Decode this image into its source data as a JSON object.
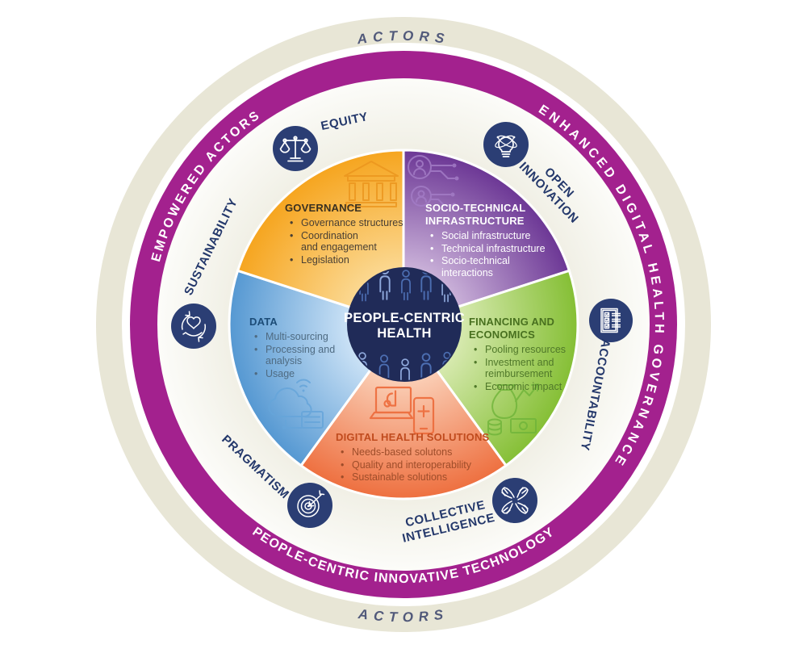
{
  "title": "People-centric health governance diagram",
  "outer_ring": {
    "top_label": "ACTORS",
    "bottom_label": "ACTORS"
  },
  "purple_ring": {
    "left_label": "EMPOWERED ACTORS",
    "right_label": "ENHANCED DIGITAL HEALTH GOVERNANCE",
    "bottom_label": "PEOPLE-CENTRIC INNOVATIVE TECHNOLOGY"
  },
  "principles": {
    "equity": {
      "label": "EQUITY",
      "icon": "scales-icon"
    },
    "open_innovation": {
      "label": "OPEN\nINNOVATION",
      "icon": "lightbulb-atom-icon"
    },
    "accountability": {
      "label": "ACCOUNTABILITY",
      "icon": "checklist-icon"
    },
    "collective_intelligence": {
      "label": "COLLECTIVE\nINTELLIGENCE",
      "icon": "hands-icon"
    },
    "pragmatism": {
      "label": "PRAGMATISM",
      "icon": "target-dart-icon"
    },
    "sustainability": {
      "label": "SUSTAINABILITY",
      "icon": "heart-hand-icon"
    }
  },
  "segments": {
    "governance": {
      "title": "GOVERNANCE",
      "bullets": [
        "Governance structures",
        "Coordination\nand engagement",
        "Legislation"
      ],
      "icon": "bank-icon",
      "color": "#F6A51F"
    },
    "socio_technical": {
      "title": "SOCIO-TECHNICAL\nINFRASTRUCTURE",
      "bullets": [
        "Social infrastructure",
        "Technical infrastructure",
        "Socio-technical\ninteractions"
      ],
      "icon": "people-network-icon",
      "color": "#6C3795"
    },
    "financing": {
      "title": "FINANCING AND\nECONOMICS",
      "bullets": [
        "Pooling resources",
        "Investment and\nreimbursement",
        "Economic impact"
      ],
      "icon": "money-bag-icon",
      "color": "#85BF35"
    },
    "digital_health": {
      "title": "DIGITAL HEALTH SOLUTIONS",
      "bullets": [
        "Needs-based solutons",
        "Quality and interoperability",
        "Sustainable solutions"
      ],
      "icon": "laptop-health-icon",
      "color": "#EE7040"
    },
    "data": {
      "title": "DATA",
      "bullets": [
        "Multi-sourcing",
        "Processing and\nanalysis",
        "Usage"
      ],
      "icon": "cloud-server-icon",
      "color": "#5598D2"
    }
  },
  "center": {
    "label": "PEOPLE-CENTRIC\nHEALTH",
    "icon": "people-group-icon"
  },
  "colors": {
    "outer_ring_beige": "#E8E6D6",
    "purple_ring": "#A3218E",
    "inner_ring_cream": "#F1F0E6",
    "navy_icon_circle": "#2B3E74",
    "navy_label_text": "#24386B",
    "center_circle_navy": "#202B58",
    "actors_text": "#51597A"
  }
}
